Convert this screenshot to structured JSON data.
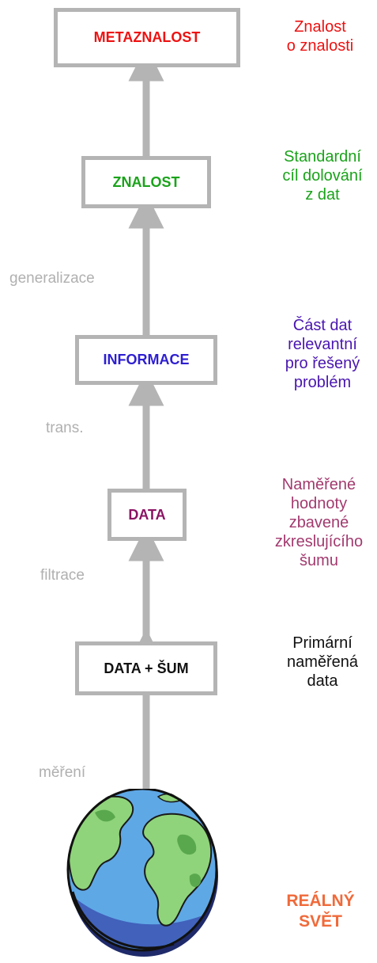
{
  "levels": [
    {
      "label": "METAZNALOST",
      "color": "#ee1111",
      "description": "Znalost\no znalosti",
      "desc_color": "#ee1111"
    },
    {
      "label": "ZNALOST",
      "color": "#1aa31a",
      "description": "Standardní\ncíl dolování\nz dat",
      "desc_color": "#1aa31a"
    },
    {
      "label": "INFORMACE",
      "color": "#2d1ed1",
      "description": "Část dat\nrelevantní\npro řešený\nproblém",
      "desc_color": "#4a16b0"
    },
    {
      "label": "DATA",
      "color": "#8b1464",
      "description": "Naměřené\nhodnoty\nzbavené\nzkreslujícího\nšumu",
      "desc_color": "#a23a6e"
    },
    {
      "label": "DATA + ŠUM",
      "color": "#111111",
      "description": "Primární\nnaměřená\ndata",
      "desc_color": "#111111"
    }
  ],
  "transitions": [
    "generalizace",
    "trans.",
    "filtrace",
    "měření"
  ],
  "world": {
    "label": "REÁLNÝ\nSVĚT",
    "color": "#f06a3a"
  },
  "colors": {
    "box_border": "#b4b4b4",
    "arrow": "#b4b4b4",
    "transition_text": "#b0b0b0"
  }
}
